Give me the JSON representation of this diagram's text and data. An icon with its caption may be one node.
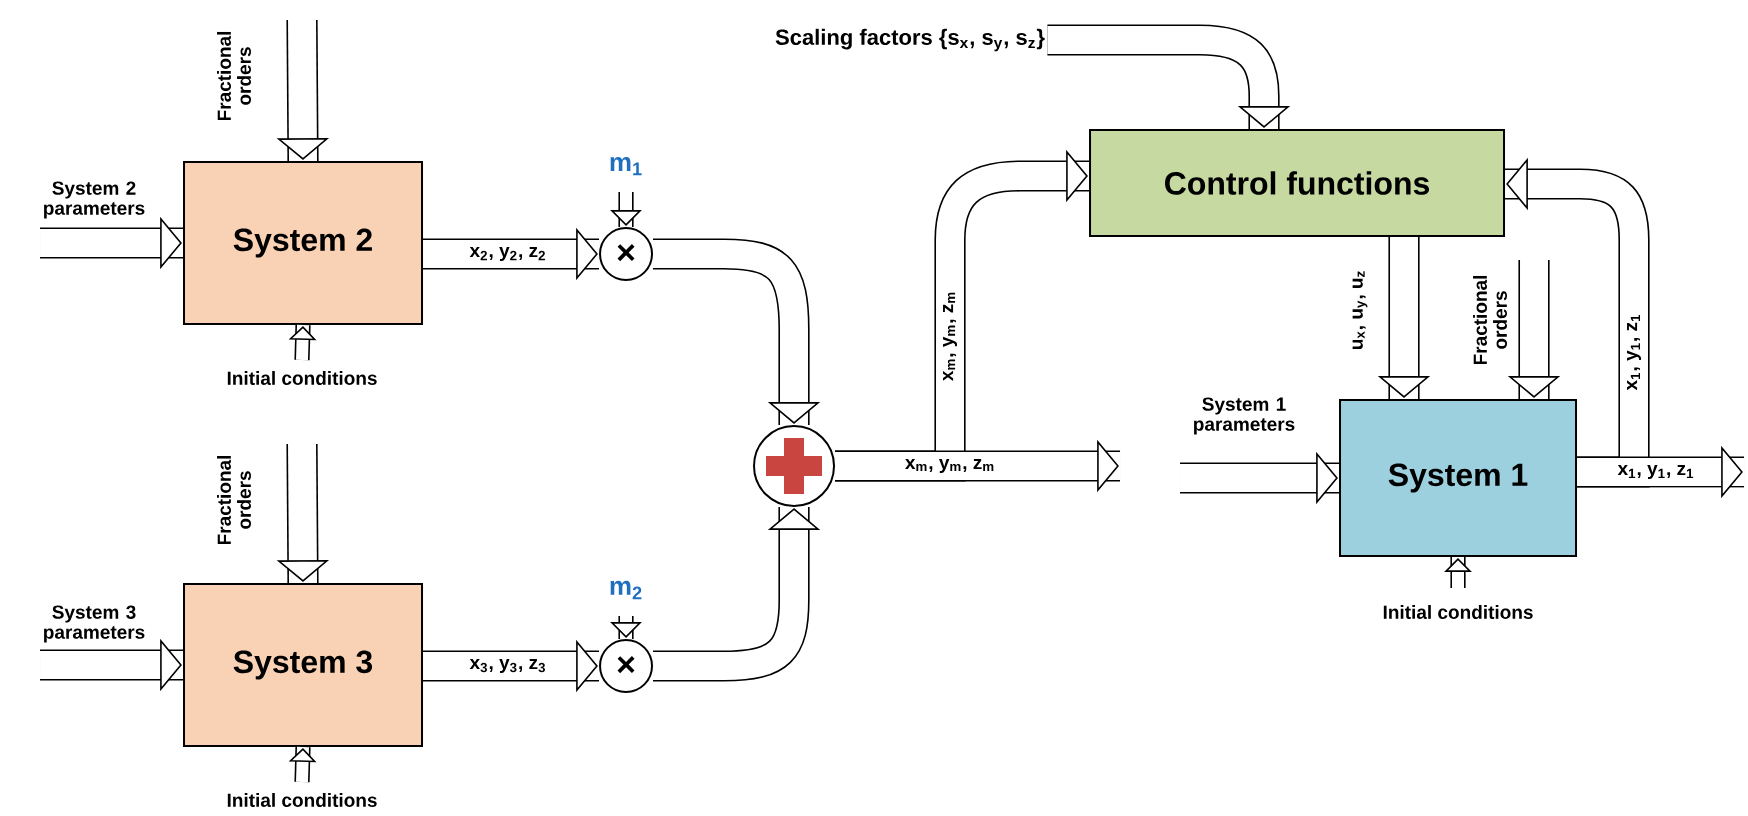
{
  "diagram": {
    "nodes": [
      {
        "text": [
          "System 2"
        ]
      },
      {
        "text": [
          "System 3"
        ]
      },
      {
        "text": [
          "×"
        ]
      },
      {
        "text": [
          "×"
        ]
      },
      {
        "text": [],
        "shape": "circle"
      },
      {
        "text": [
          "Control functions"
        ]
      },
      {
        "text": [
          "System 1"
        ]
      },
      {
        "text": [
          "Scaling factors {s$_{x}$, s$_{y}$, s$_{z}$}"
        ]
      }
    ],
    "edges": [
      {
        "from": null,
        "to": 0,
        "arrow": "to",
        "label": "System 2 parameters"
      },
      {
        "from": null,
        "to": 0,
        "arrow": "to",
        "label": "Fractional orders"
      },
      {
        "from": null,
        "to": 0,
        "arrow": "to",
        "label": "Initial conditions"
      },
      {
        "from": 0,
        "to": 2,
        "arrow": "to",
        "label": "x$_{2}$, y$_{2}$, z$_{2}$"
      },
      {
        "from": null,
        "to": 2,
        "arrow": "to",
        "label": "m$_{1}$"
      },
      {
        "from": null,
        "to": 1,
        "arrow": "to",
        "label": "System 3 parameters"
      },
      {
        "from": null,
        "to": 1,
        "arrow": "to",
        "label": "Fractional orders"
      },
      {
        "from": null,
        "to": 1,
        "arrow": "to",
        "label": "Initial conditions"
      },
      {
        "from": 1,
        "to": 3,
        "arrow": "to",
        "label": "x$_{3}$, y$_{3}$, z$_{3}$"
      },
      {
        "from": null,
        "to": 3,
        "arrow": "to",
        "label": "m$_{2}$"
      },
      {
        "from": 2,
        "to": 4,
        "arrow": "to"
      },
      {
        "from": 3,
        "to": 4,
        "arrow": "to"
      },
      {
        "from": 4,
        "to": 5,
        "arrow": "to",
        "label": "x$_{m}$, y$_{m}$, z$_{m}$"
      },
      {
        "from": 4,
        "to": null,
        "arrow": "to",
        "label": "x$_{m}$, y$_{m}$, z$_{m}$"
      },
      {
        "from": 7,
        "to": 5,
        "arrow": "to"
      },
      {
        "from": 5,
        "to": 6,
        "arrow": "to",
        "label": "u$_{x}$, u$_{y}$, u$_{z}$"
      },
      {
        "from": null,
        "to": 6,
        "arrow": "to",
        "label": "Fractional orders"
      },
      {
        "from": null,
        "to": 6,
        "arrow": "to",
        "label": "System 1 parameters"
      },
      {
        "from": null,
        "to": 6,
        "arrow": "to",
        "label": "Initial conditions"
      },
      {
        "from": 6,
        "to": 5,
        "arrow": "to",
        "label": "x$_{1}$, y$_{1}$, z$_{1}$"
      },
      {
        "from": 6,
        "to": null,
        "arrow": "to",
        "label": "x$_{1}$, y$_{1}$, z$_{1}$"
      }
    ]
  }
}
